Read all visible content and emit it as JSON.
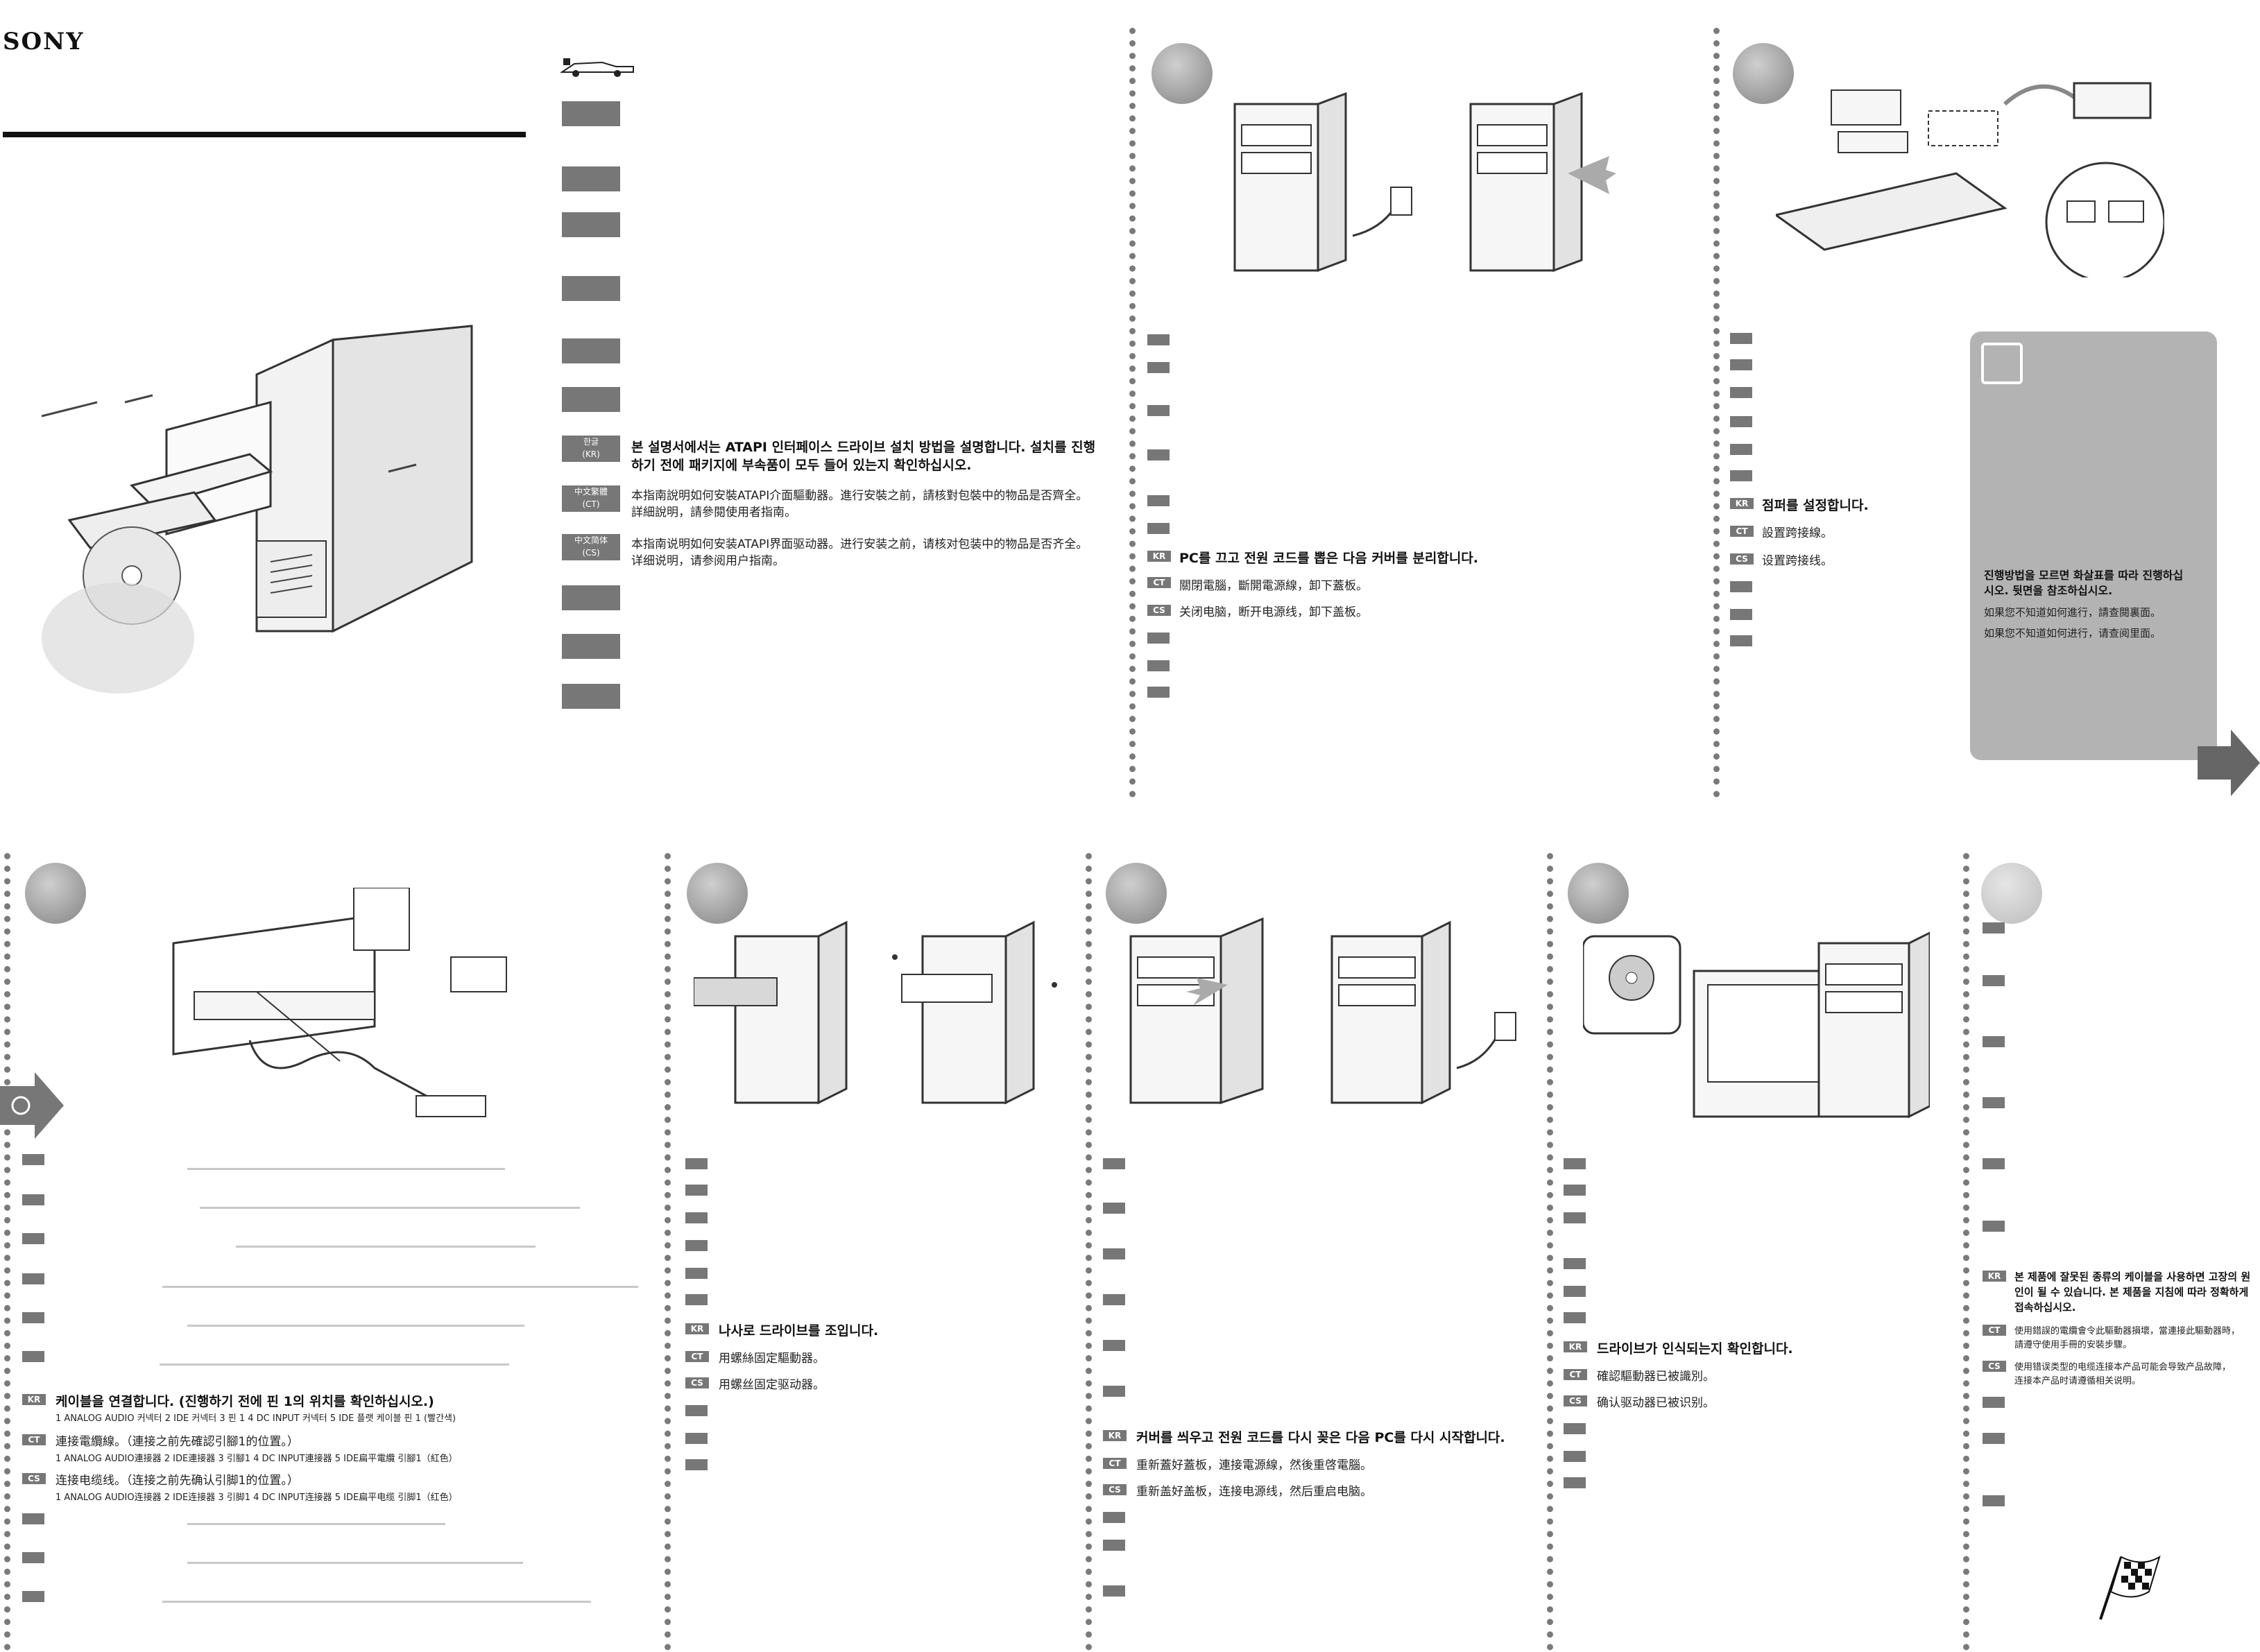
{
  "brand": "SONY",
  "intro": {
    "kr_tag": "한글\n(KR)",
    "ct_tag": "中文繁體\n(CT)",
    "cs_tag": "中文简体\n(CS)",
    "kr_line1": "본 설명서에서는 ATAPI 인터페이스 드라이브 설치 방법을 설명합니다. 설치를 진행",
    "kr_line2": "하기 전에 패키지에 부속품이 모두 들어 있는지 확인하십시오.",
    "ct_line1": "本指南說明如何安裝ATAPI介面驅動器。進行安裝之前，請核對包裝中的物品是否齊全。",
    "ct_line2": "詳細說明，請參閱使用者指南。",
    "cs_line1": "本指南说明如何安装ATAPI界面驱动器。进行安装之前，请核对包装中的物品是否齐全。",
    "cs_line2": "详细说明，请参阅用户指南。"
  },
  "step1": {
    "kr": "PC를 끄고 전원 코드를 뽑은 다음 커버를 분리합니다.",
    "ct": "關閉電腦，斷開電源線，卸下蓋板。",
    "cs": "关闭电脑，断开电源线，卸下盖板。"
  },
  "step2": {
    "kr": "점퍼를 설정합니다.",
    "ct": "設置跨接線。",
    "cs": "设置跨接线。"
  },
  "note": {
    "kr_line1": "진행방법을 모르면 화살표를 따라 진행하십",
    "kr_line2": "시오. 뒷면을 참조하십시오.",
    "ct": "如果您不知道如何進行，請查閱裏面。",
    "cs": "如果您不知道如何进行，请查阅里面。"
  },
  "tags": {
    "kr": "KR",
    "ct": "CT",
    "cs": "CS"
  },
  "step3": {
    "kr": "케이블을 연결합니다. (진행하기 전에 핀 1의 위치를 확인하십시오.)",
    "kr_items": "1 ANALOG AUDIO 커넥터   2 IDE 커넥터   3 핀 1   4 DC INPUT 커넥터   5 IDE 플랫 케이블 핀 1 (빨간색)",
    "ct": "連接電纜線。（連接之前先確認引腳1的位置。）",
    "ct_items": "1 ANALOG AUDIO連接器   2 IDE連接器   3 引腳1   4 DC INPUT連接器   5 IDE扁平電纜 引腳1（紅色）",
    "cs": "连接电缆线。（连接之前先确认引脚1的位置。）",
    "cs_items": "1 ANALOG AUDIO连接器   2 IDE连接器   3 引脚1   4 DC INPUT连接器   5 IDE扁平电缆 引脚1（红色）"
  },
  "step4": {
    "kr": "나사로 드라이브를 조입니다.",
    "ct": "用螺絲固定驅動器。",
    "cs": "用螺丝固定驱动器。"
  },
  "step5": {
    "kr": "커버를 씌우고 전원 코드를 다시 꽂은 다음 PC를 다시 시작합니다.",
    "ct": "重新蓋好蓋板，連接電源線，然後重啓電腦。",
    "cs": "重新盖好盖板，连接电源线，然后重启电脑。"
  },
  "step6": {
    "kr": "드라이브가 인식되는지 확인합니다.",
    "ct": "確認驅動器已被識別。",
    "cs": "确认驱动器已被识别。"
  },
  "warning": {
    "kr_line1": "본 제품에 잘못된 종류의 케이블을 사용하면 고장의 원",
    "kr_line2": "인이 될 수 있습니다. 본 제품을 지침에 따라 정확하게",
    "kr_line3": "접속하십시오.",
    "ct_line1": "使用錯誤的電纜會令此驅動器損壞，當連接此驅動器時，",
    "ct_line2": "請遵守使用手冊的安裝步驟。",
    "cs_line1": "使用错误类型的电缆连接本产品可能会导致产品故障，",
    "cs_line2": "连接本产品时请遵循相关说明。"
  }
}
